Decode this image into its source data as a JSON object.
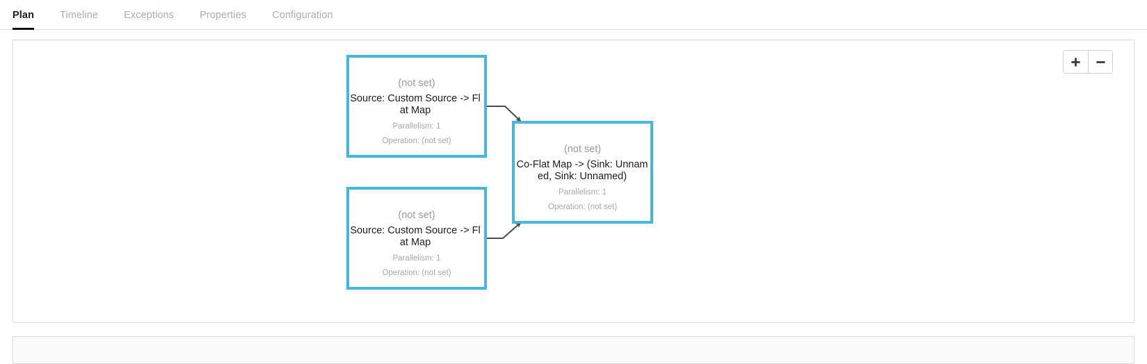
{
  "tabs": [
    {
      "label": "Plan",
      "active": true
    },
    {
      "label": "Timeline",
      "active": false
    },
    {
      "label": "Exceptions",
      "active": false
    },
    {
      "label": "Properties",
      "active": false
    },
    {
      "label": "Configuration",
      "active": false
    }
  ],
  "zoom_controls": {
    "zoom_in_label": "+",
    "zoom_out_label": "−"
  },
  "colors": {
    "node_border": "#45b6dd",
    "node_background": "#ffffff",
    "edge": "#4a4a4a",
    "active_tab_underline": "#111111",
    "panel_border": "#dcdcdc",
    "muted_text": "#a8a8a8",
    "title_text": "#1c1c1c"
  },
  "plan": {
    "nodes": [
      {
        "id": "source-1",
        "not_set_label": "(not set)",
        "title": "Source: Custom Source -> Flat Map",
        "parallelism": "Parallelism: 1",
        "operation": "Operation: (not set)"
      },
      {
        "id": "source-2",
        "not_set_label": "(not set)",
        "title": "Source: Custom Source -> Flat Map",
        "parallelism": "Parallelism: 1",
        "operation": "Operation: (not set)"
      },
      {
        "id": "co-flat-map",
        "not_set_label": "(not set)",
        "title": "Co-Flat Map -> (Sink: Unnamed, Sink: Unnamed)",
        "parallelism": "Parallelism: 1",
        "operation": "Operation: (not set)"
      }
    ],
    "edges": [
      {
        "from": "source-1",
        "to": "co-flat-map"
      },
      {
        "from": "source-2",
        "to": "co-flat-map"
      }
    ]
  }
}
